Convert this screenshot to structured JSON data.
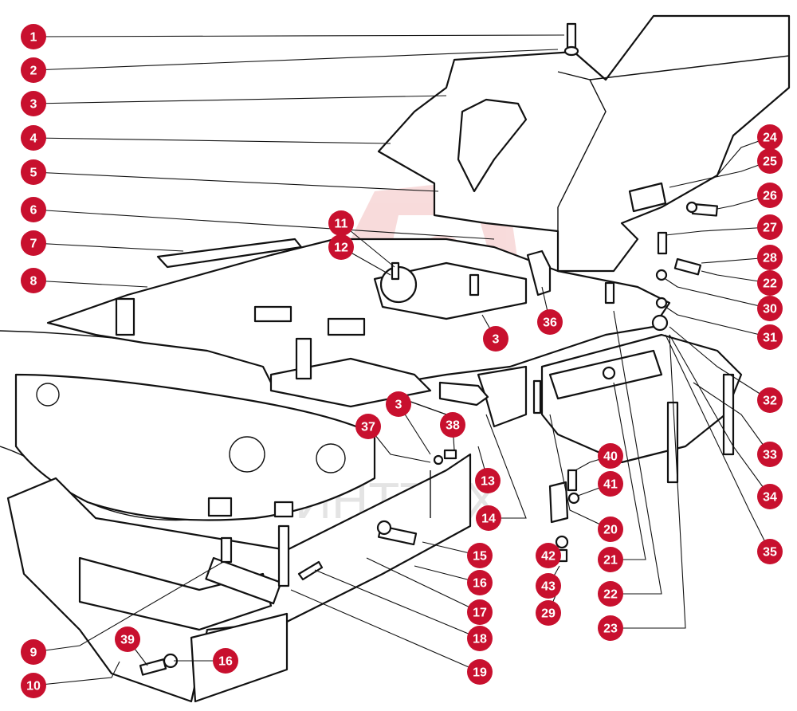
{
  "watermark": {
    "text": "ИНТТЕХ",
    "color": "#e06060"
  },
  "callout_color": "#c8102e",
  "callouts": [
    {
      "id": "c1",
      "label": "1"
    },
    {
      "id": "c2",
      "label": "2"
    },
    {
      "id": "c3a",
      "label": "3"
    },
    {
      "id": "c4",
      "label": "4"
    },
    {
      "id": "c5",
      "label": "5"
    },
    {
      "id": "c6",
      "label": "6"
    },
    {
      "id": "c7",
      "label": "7"
    },
    {
      "id": "c8",
      "label": "8"
    },
    {
      "id": "c9",
      "label": "9"
    },
    {
      "id": "c10",
      "label": "10"
    },
    {
      "id": "c11",
      "label": "11"
    },
    {
      "id": "c12",
      "label": "12"
    },
    {
      "id": "c3b",
      "label": "3"
    },
    {
      "id": "c3c",
      "label": "3"
    },
    {
      "id": "c13",
      "label": "13"
    },
    {
      "id": "c14",
      "label": "14"
    },
    {
      "id": "c15",
      "label": "15"
    },
    {
      "id": "c16a",
      "label": "16"
    },
    {
      "id": "c16b",
      "label": "16"
    },
    {
      "id": "c17",
      "label": "17"
    },
    {
      "id": "c18",
      "label": "18"
    },
    {
      "id": "c19",
      "label": "19"
    },
    {
      "id": "c20",
      "label": "20"
    },
    {
      "id": "c21",
      "label": "21"
    },
    {
      "id": "c22a",
      "label": "22"
    },
    {
      "id": "c22b",
      "label": "22"
    },
    {
      "id": "c23",
      "label": "23"
    },
    {
      "id": "c24",
      "label": "24"
    },
    {
      "id": "c25",
      "label": "25"
    },
    {
      "id": "c26",
      "label": "26"
    },
    {
      "id": "c27",
      "label": "27"
    },
    {
      "id": "c28",
      "label": "28"
    },
    {
      "id": "c29",
      "label": "29"
    },
    {
      "id": "c30",
      "label": "30"
    },
    {
      "id": "c31",
      "label": "31"
    },
    {
      "id": "c32",
      "label": "32"
    },
    {
      "id": "c33",
      "label": "33"
    },
    {
      "id": "c34",
      "label": "34"
    },
    {
      "id": "c35",
      "label": "35"
    },
    {
      "id": "c36",
      "label": "36"
    },
    {
      "id": "c37",
      "label": "37"
    },
    {
      "id": "c38",
      "label": "38"
    },
    {
      "id": "c39",
      "label": "39"
    },
    {
      "id": "c40",
      "label": "40"
    },
    {
      "id": "c41",
      "label": "41"
    },
    {
      "id": "c42",
      "label": "42"
    },
    {
      "id": "c43",
      "label": "43"
    }
  ]
}
